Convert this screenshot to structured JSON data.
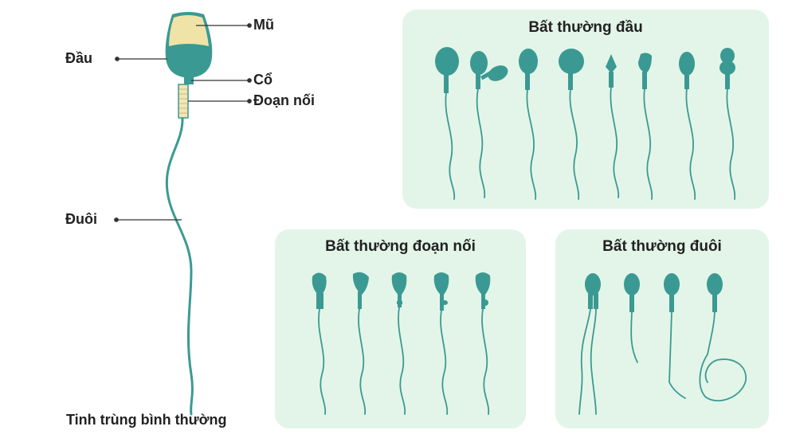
{
  "normal": {
    "caption": "Tinh trùng bình thường",
    "labels": {
      "head": "Đầu",
      "acrosome": "Mũ",
      "neck": "Cổ",
      "midpiece": "Đoạn nối",
      "tail": "Đuôi"
    }
  },
  "panels": {
    "head_abnormal": {
      "title": "Bất thường đầu"
    },
    "midpiece_abnormal": {
      "title": "Bất thường đoạn nối"
    },
    "tail_abnormal": {
      "title": "Bất thường đuôi"
    }
  },
  "colors": {
    "sperm": "#3a9a93",
    "acrosome": "#f0e3a8",
    "midpiece": "#f3e6b3",
    "panel_bg": "#e3f5e8",
    "label_line": "#333333"
  }
}
